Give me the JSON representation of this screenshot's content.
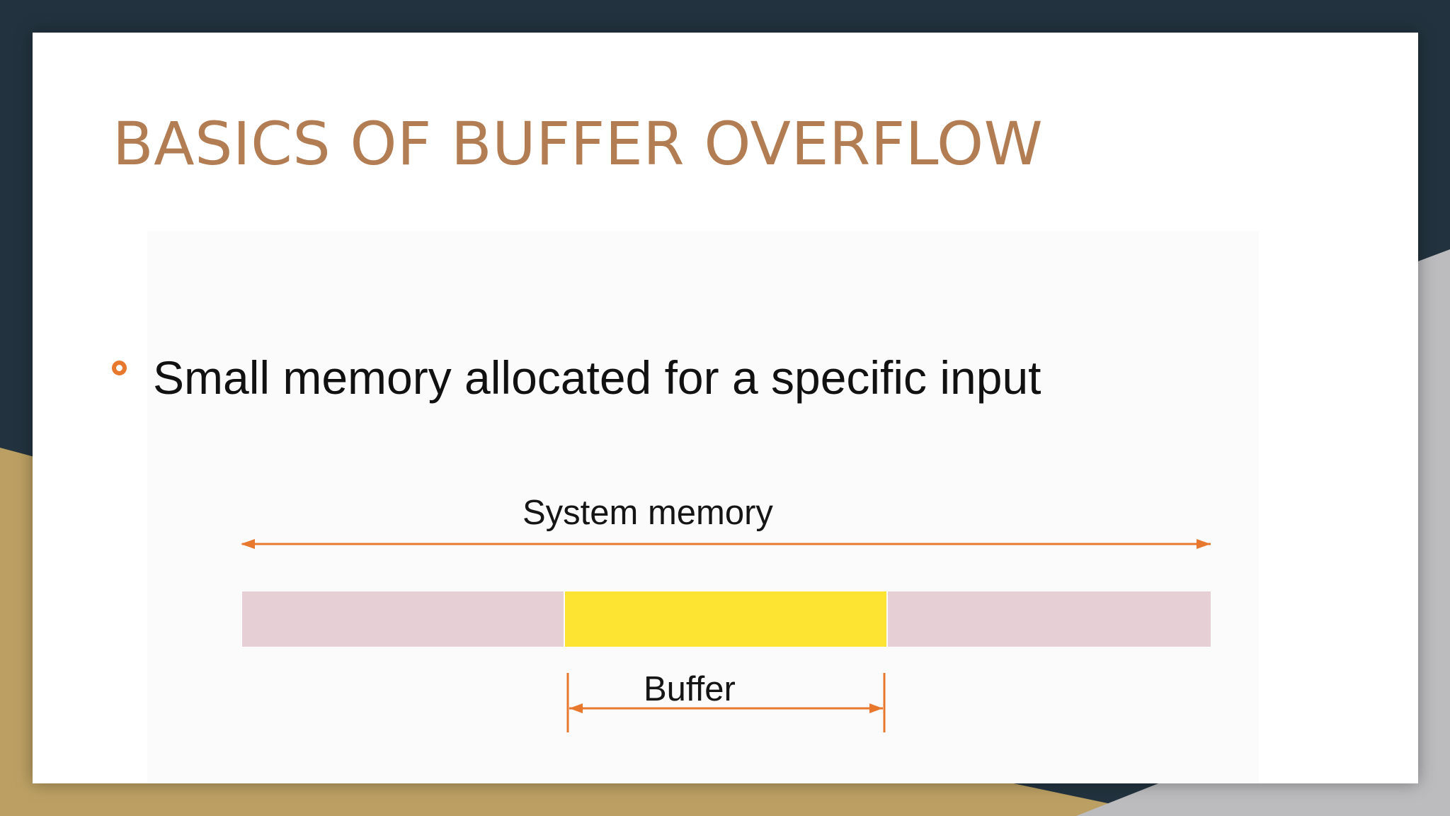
{
  "slide": {
    "title": "BASICS OF BUFFER OVERFLOW",
    "bullets": [
      "Small memory allocated for a specific input"
    ]
  },
  "diagram": {
    "top_label": "System memory",
    "bottom_label": "Buffer",
    "segments": [
      "memory",
      "buffer",
      "memory"
    ]
  },
  "theme": {
    "title_color": "#b27d52",
    "bullet_color": "#e8782d",
    "arrow_color": "#e8782d",
    "memory_color": "#e6d0d6",
    "buffer_color": "#fde433",
    "dark_band": "#22333f",
    "gold_band": "#bca063",
    "gray_band": "#bcbcbe"
  }
}
